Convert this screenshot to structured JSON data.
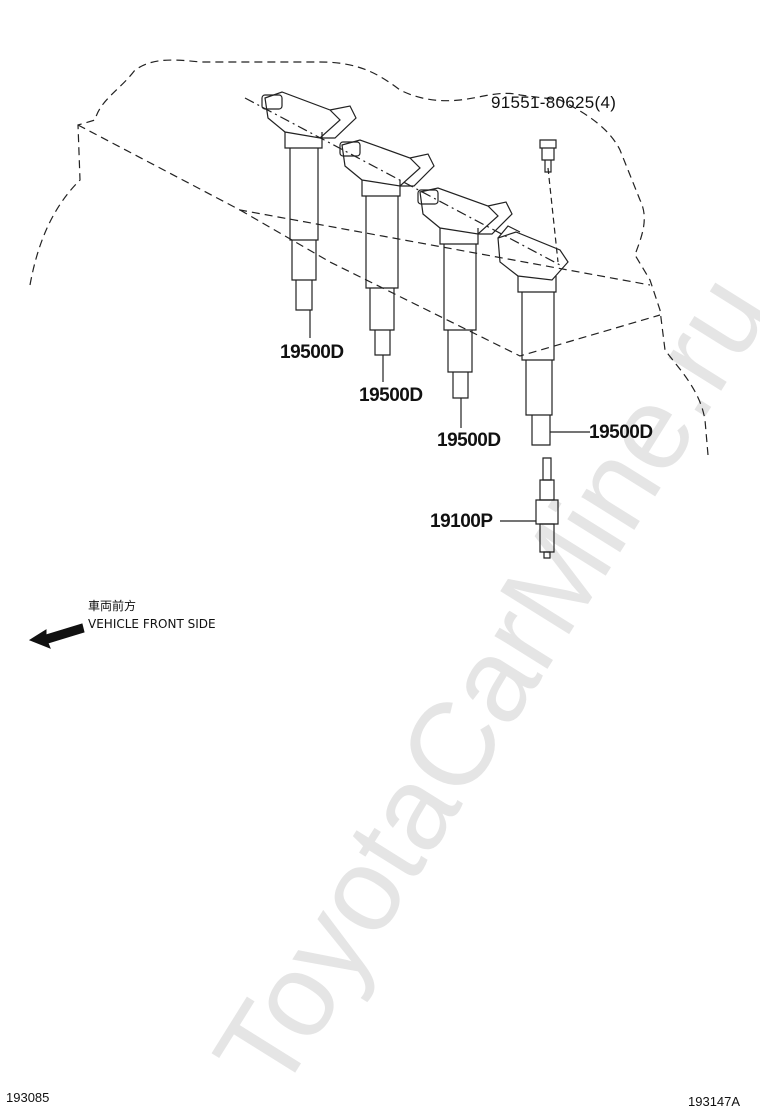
{
  "watermark": "ToyotaCarMine.ru",
  "bolt_label": "91551-80625(4)",
  "coil_labels": [
    "19500D",
    "19500D",
    "19500D",
    "19500D"
  ],
  "plug_label": "19100P",
  "direction": {
    "jp": "車両前方",
    "en": "VEHICLE FRONT SIDE"
  },
  "footer": {
    "left_code": "193085",
    "right_code": "193147A"
  }
}
